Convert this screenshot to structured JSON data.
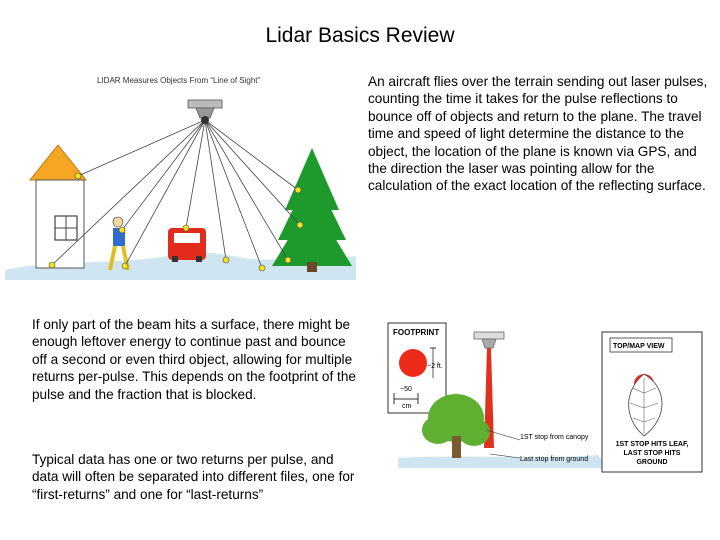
{
  "title": "Lidar Basics Review",
  "paragraphs": {
    "aircraft": "An aircraft flies over the terrain sending out laser pulses, counting the time it takes for the pulse reflections to bounce off of objects and return to the plane. The travel time and speed of light determine the distance to the object, the location of the plane is known via GPS, and the direction the laser was pointing allow for the calculation of the exact location of the reflecting surface.",
    "partial_beam": "If only part of the beam hits a surface, there might be enough leftover energy to continue past and bounce off a second or even third object, allowing for multiple returns per-pulse. This depends on the footprint of the pulse and the fraction that is blocked.",
    "returns": "Typical data has one or two returns per pulse, and data will often be separated into different files, one for “first-returns” and one for “last-returns”"
  },
  "figure1": {
    "caption": "LIDAR Measures Objects From “Line of Sight”"
  },
  "figure2": {
    "footprint_label": "FOOTPRINT",
    "size_2ft": "~2 ft.",
    "size_50": "~50",
    "size_cm": "cm",
    "first_stop": "1ST stop from canopy",
    "last_stop": "Last stop from ground",
    "topmap_label": "TOP/MAP VIEW",
    "leaf_line1": "1ST STOP HITS LEAF,",
    "leaf_line2": "LAST STOP HITS",
    "leaf_line3": "GROUND"
  }
}
